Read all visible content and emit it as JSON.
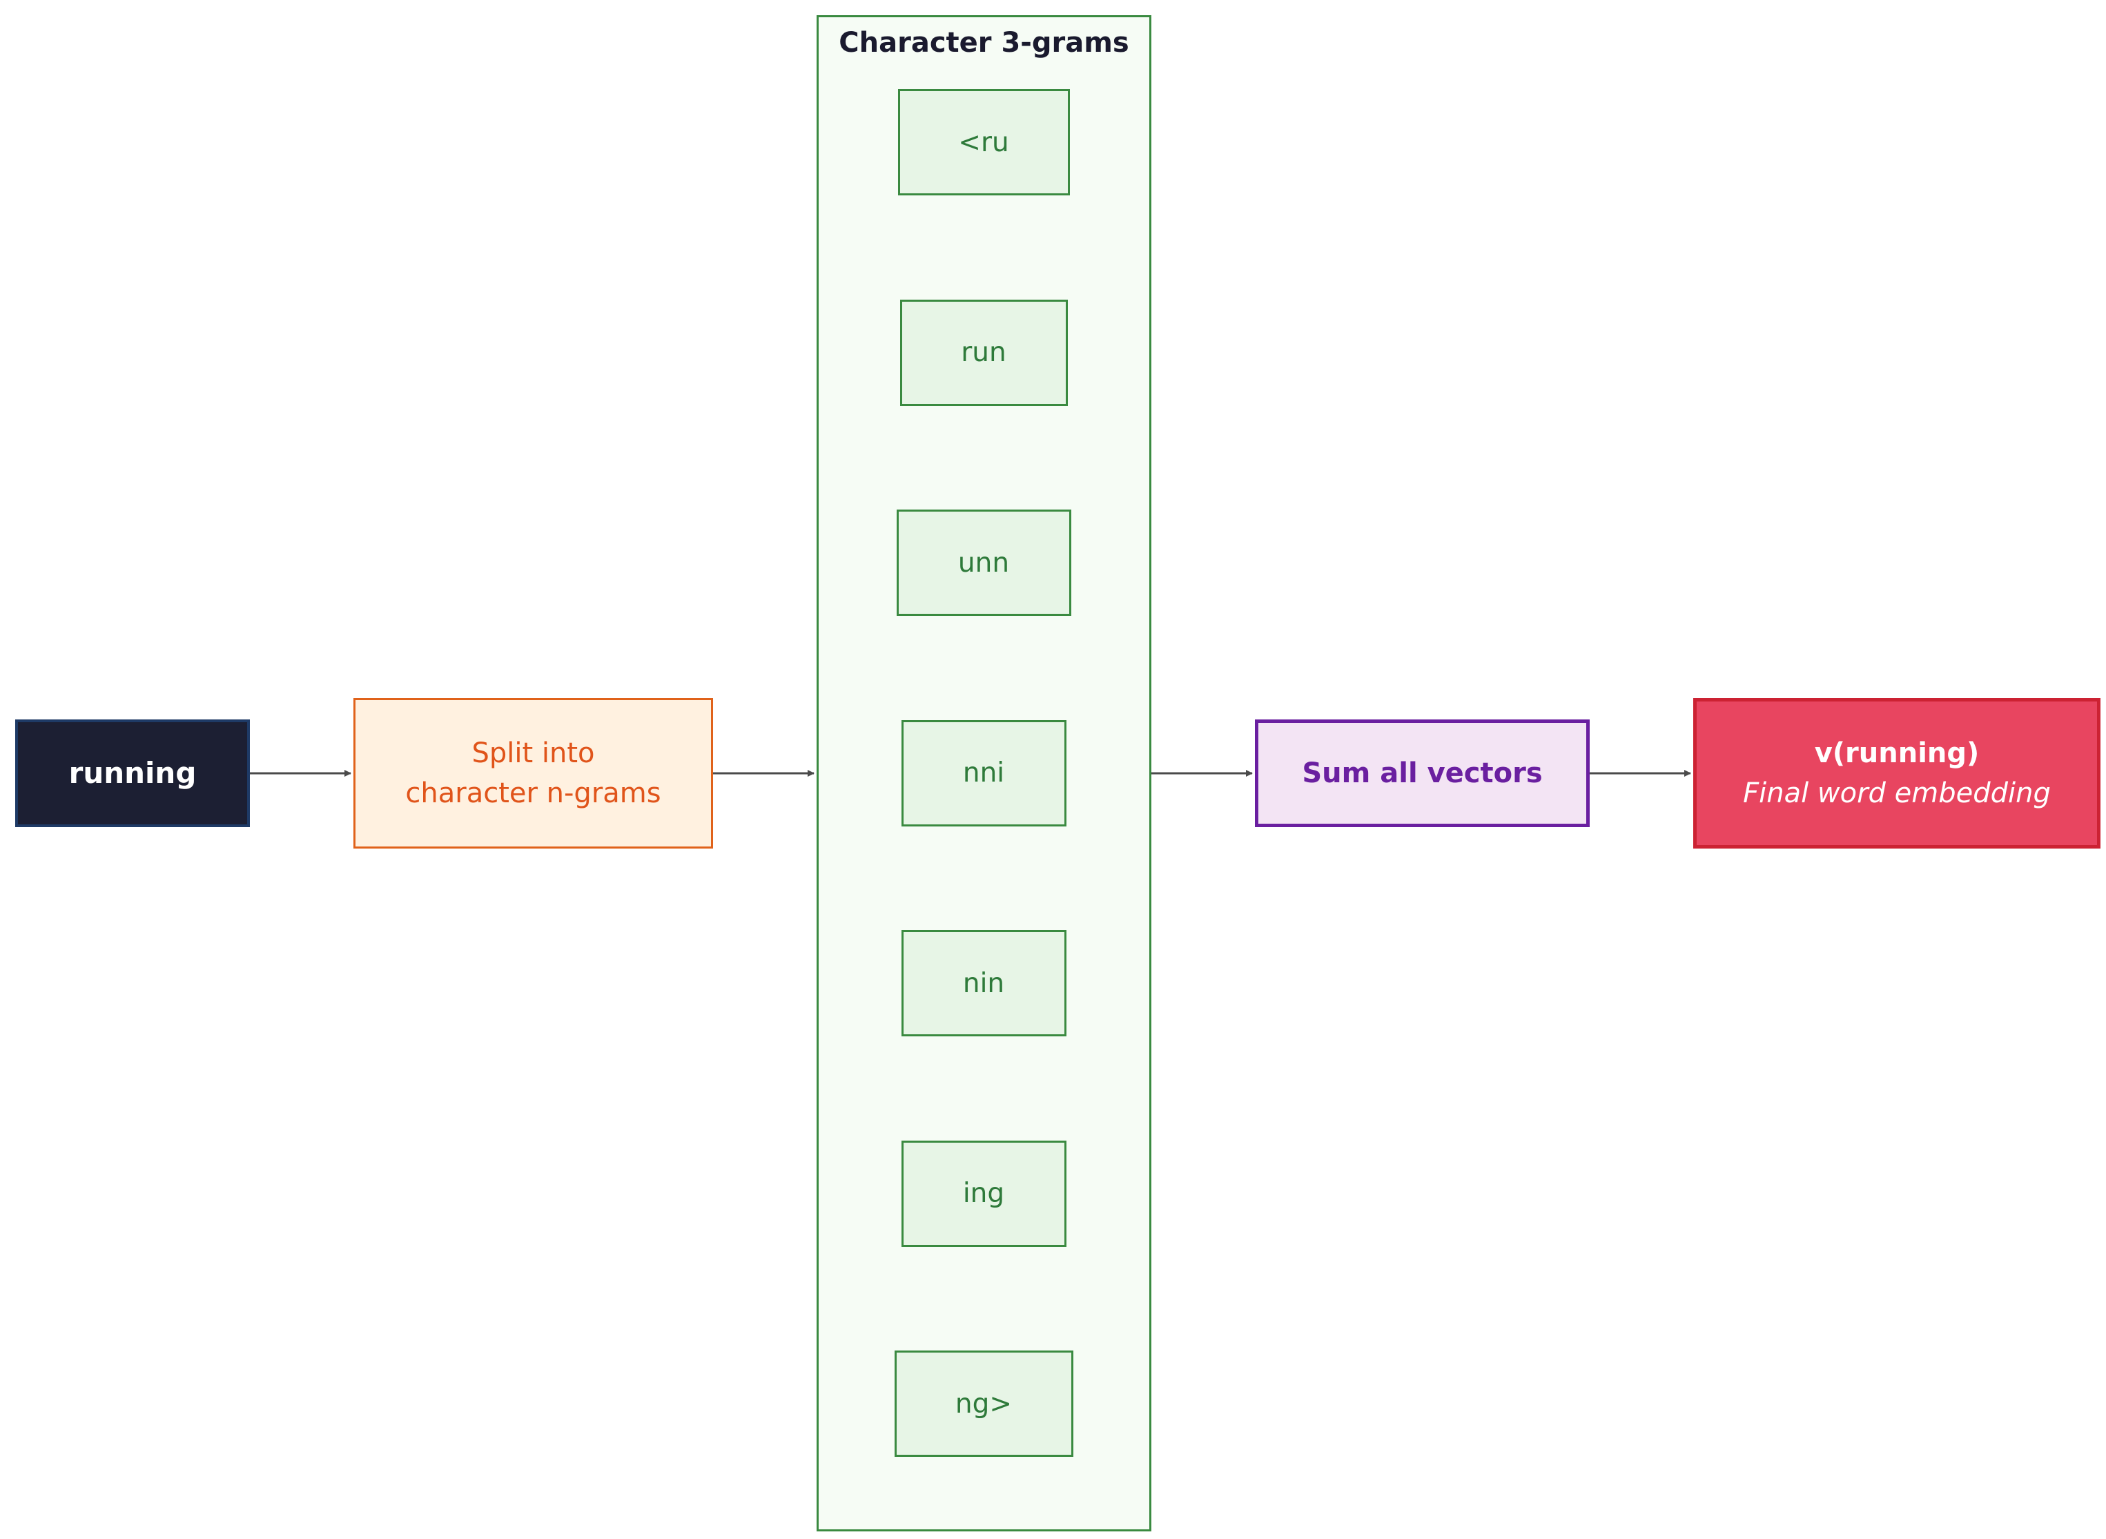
{
  "nodes": {
    "input": {
      "label": "running"
    },
    "split": {
      "line1": "Split into",
      "line2": "character n-grams"
    },
    "sum": {
      "label": "Sum all vectors"
    },
    "output": {
      "title": "v(running)",
      "subtitle": "Final word embedding"
    }
  },
  "cluster": {
    "title": "Character 3-grams",
    "ngrams": [
      "<ru",
      "run",
      "unn",
      "nni",
      "nin",
      "ing",
      "ng>"
    ]
  },
  "colors": {
    "input_fill": "#1c1f33",
    "input_stroke": "#1e3a66",
    "input_text": "#ffffff",
    "split_fill": "#fff1e0",
    "split_stroke": "#e0621a",
    "split_text": "#e0541a",
    "cluster_fill": "#f6fcf5",
    "cluster_stroke": "#3a8a40",
    "cluster_title": "#1a1a2e",
    "ngram_fill": "#e7f5e6",
    "ngram_stroke": "#3a8a40",
    "ngram_text": "#2e7a3a",
    "sum_fill": "#f3e4f4",
    "sum_stroke": "#6a1fa0",
    "sum_text": "#6a1fa0",
    "output_fill": "#e84560",
    "output_stroke": "#cc2233",
    "output_text": "#ffffff",
    "edge": "#4a4a4a"
  }
}
